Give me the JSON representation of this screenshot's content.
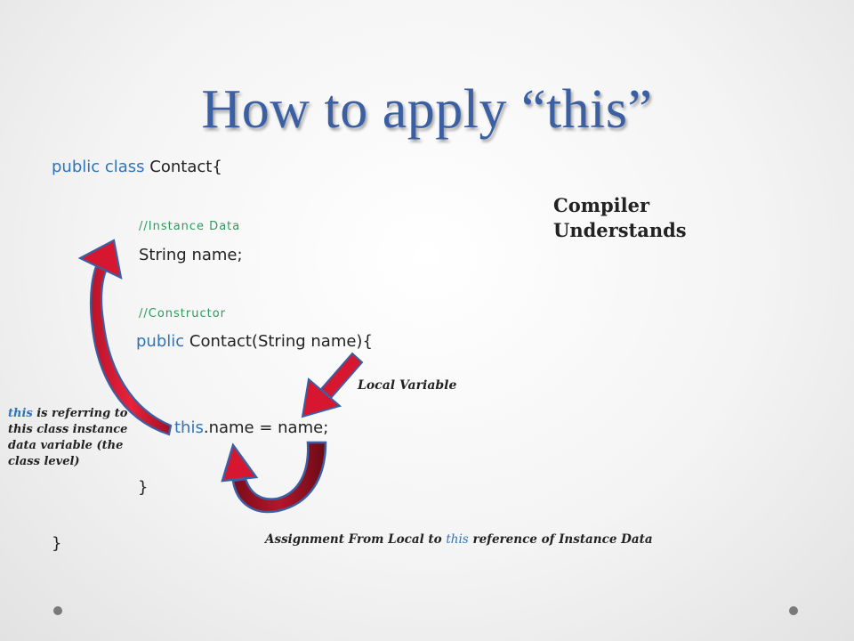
{
  "slide": {
    "title": "How to apply “this”",
    "code": {
      "l1_kw": "public class",
      "l1_rest": " Contact{",
      "comment_instance": "//Instance Data",
      "l3": "String name;",
      "comment_constructor": "//Constructor",
      "l5_kw": "public",
      "l5_rest": " Contact(String name){",
      "l6_kw": "this",
      "l6_rest": ".name = name;",
      "close_inner": "}",
      "close_outer": "}"
    },
    "compiler_heading": "Compiler Understands",
    "local_variable_label": "Local Variable",
    "side_note": {
      "kw": "this",
      "rest": " is referring to this class instance data variable (the class level)"
    },
    "assignment_note": {
      "part1": "Assignment From Local to ",
      "kw": "this",
      "part2": " reference of Instance Data"
    }
  },
  "colors": {
    "title": "#3b5fa3",
    "keyword": "#2f73b8",
    "comment": "#2e9a5c",
    "arrow_red": "#d7172f",
    "arrow_dark_red": "#8e1020",
    "arrow_blue": "#3b5fa3"
  }
}
